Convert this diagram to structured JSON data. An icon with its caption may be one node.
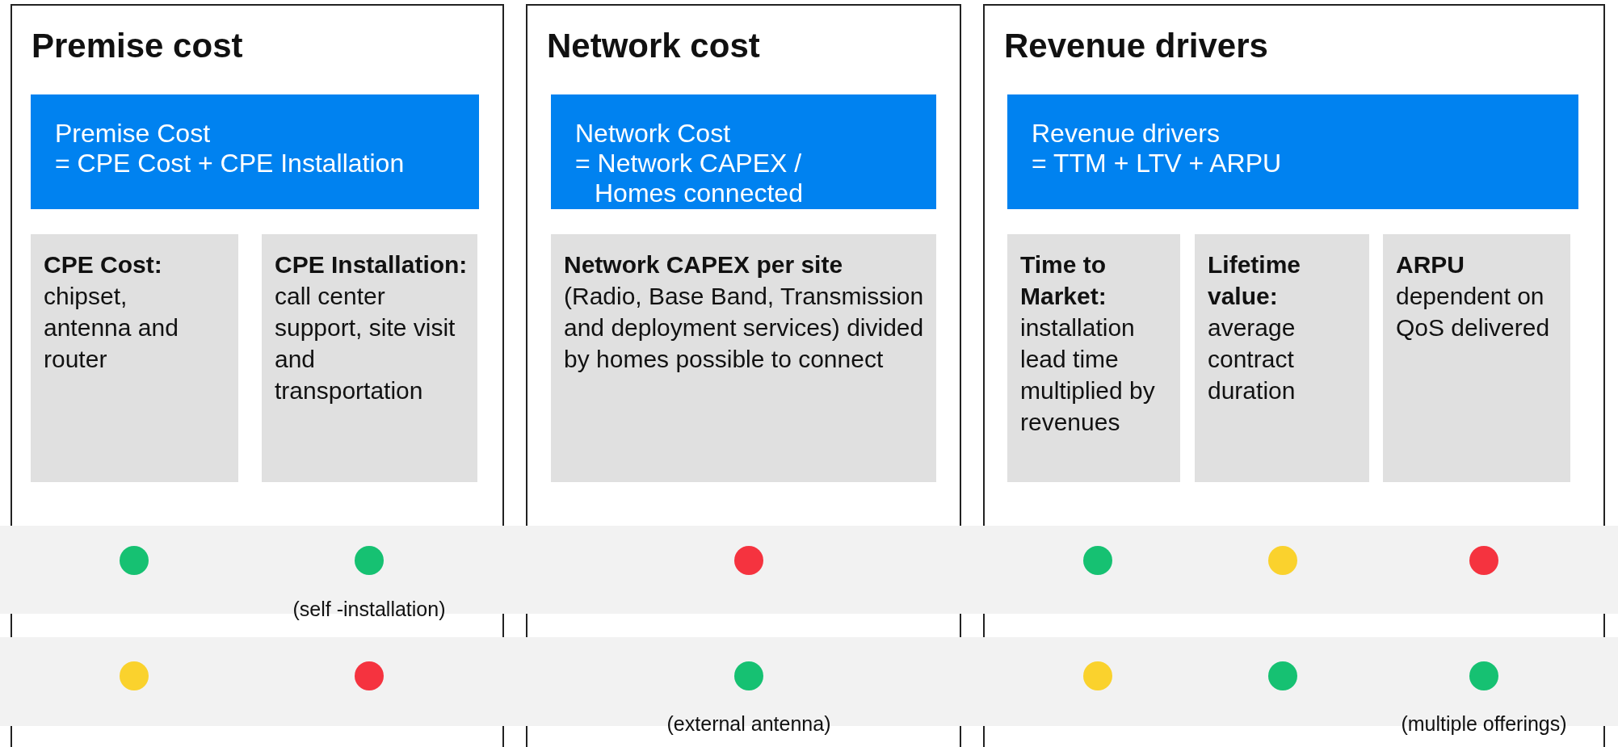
{
  "diagram": {
    "nodes": [
      {
        "text": [
          "Premise cost"
        ]
      },
      {
        "text": [
          "Premise Cost",
          "= CPE Cost + CPE Installation"
        ],
        "in": 0
      },
      {
        "text": [
          "CPE Cost:",
          "chipset, antenna and router"
        ],
        "in": 0
      },
      {
        "text": [
          "CPE Installation:",
          "call center support, site visit and transportation"
        ],
        "in": 0
      },
      {
        "text": [
          "Network cost"
        ]
      },
      {
        "text": [
          "Network Cost",
          "= Network CAPEX / Homes connected"
        ],
        "in": 4
      },
      {
        "text": [
          "Network CAPEX per site",
          "(Radio, Base Band, Transmission and deployment services) divided by homes possible to connect"
        ],
        "in": 4
      },
      {
        "text": [
          "Revenue drivers"
        ]
      },
      {
        "text": [
          "Revenue drivers",
          "= TTM + LTV + ARPU"
        ],
        "in": 7
      },
      {
        "text": [
          "Time to Market:",
          "installation lead time multiplied by revenues"
        ],
        "in": 7
      },
      {
        "text": [
          "Lifetime value:",
          "average contract duration"
        ],
        "in": 7
      },
      {
        "text": [
          "ARPU",
          "dependent on QoS delivered"
        ],
        "in": 7
      }
    ],
    "labels": [
      "(self -installation)",
      "(external antenna)",
      "(multiple offerings)"
    ]
  }
}
